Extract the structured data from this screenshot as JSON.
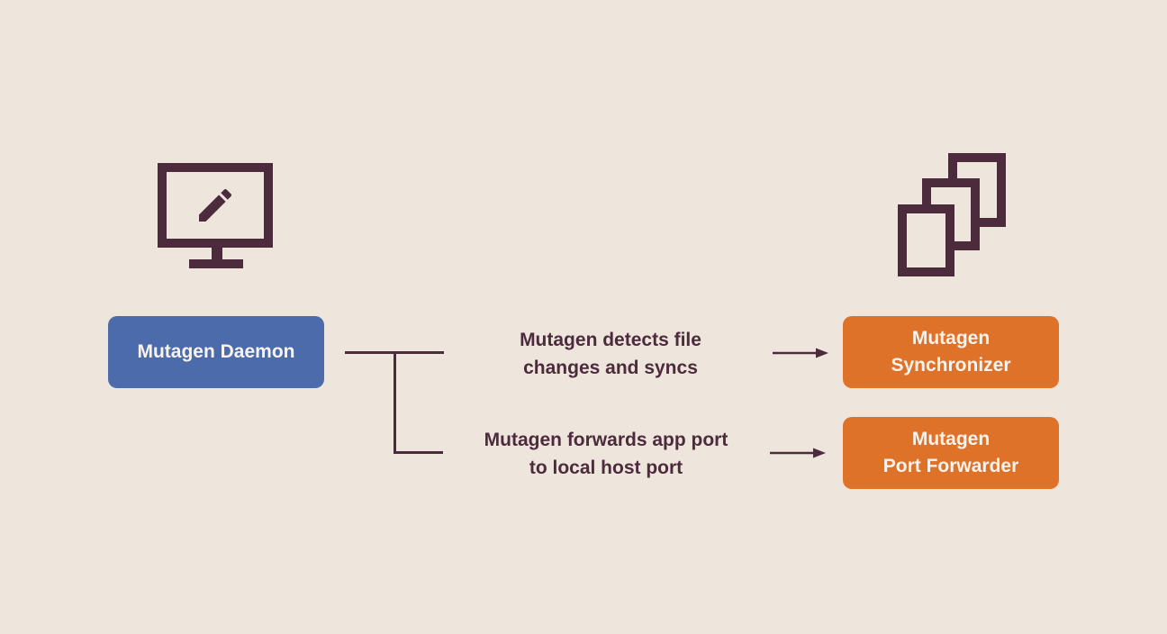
{
  "colors": {
    "background": "#EEE5DC",
    "maroon": "#4C2B3D",
    "blue": "#4B6BAB",
    "orange": "#DF7229",
    "text_light": "#F9F3EE"
  },
  "nodes": {
    "daemon": {
      "label": "Mutagen Daemon"
    },
    "synchronizer": {
      "line1": "Mutagen",
      "line2": "Synchronizer"
    },
    "port_forwarder": {
      "line1": "Mutagen",
      "line2": "Port Forwarder"
    }
  },
  "edges": {
    "sync": {
      "line1": "Mutagen detects file",
      "line2": "changes and syncs"
    },
    "forward": {
      "line1": "Mutagen forwards app port",
      "line2": "to local host port"
    }
  },
  "icons": {
    "monitor": "monitor-with-pencil-icon",
    "documents": "stacked-documents-icon",
    "arrow": "right-arrow-icon"
  }
}
